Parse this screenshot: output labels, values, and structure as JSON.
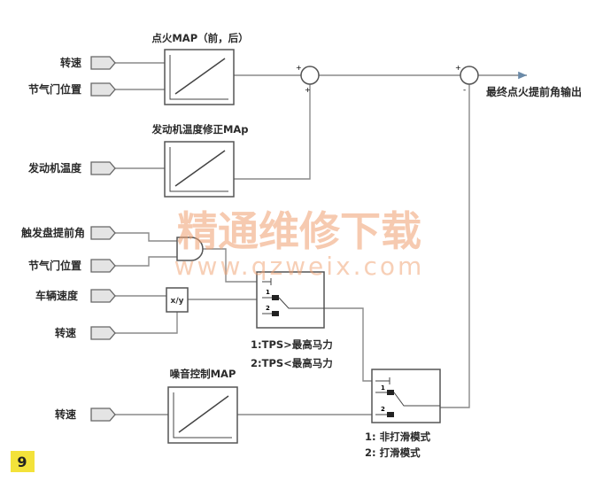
{
  "inputs": {
    "rpm_1": "转速",
    "throttle_1": "节气门位置",
    "engine_temp": "发动机温度",
    "trigger_advance": "触发盘提前角",
    "throttle_2": "节气门位置",
    "vehicle_speed": "车辆速度",
    "rpm_2": "转速",
    "rpm_3": "转速"
  },
  "blocks": {
    "ignition_map": "点火MAP（前，后）",
    "temp_correction_map": "发动机温度修正MAp",
    "noise_control_map": "噪音控制MAP",
    "divider": "x/y"
  },
  "sum_signs": {
    "plus": "+",
    "minus": "-"
  },
  "switch1": {
    "in1": "1",
    "in2": "2",
    "legend1": "1:TPS>最高马力",
    "legend2": "2:TPS<最高马力"
  },
  "switch2": {
    "in1": "1",
    "in2": "2",
    "legend1": "1: 非打滑模式",
    "legend2": "2: 打滑模式"
  },
  "output": "最终点火提前角输出",
  "figure_number": "9",
  "watermark": {
    "line1": "精通维修下载",
    "line2": "www.qzweix.com"
  },
  "colors": {
    "badge": "#f3e23a",
    "watermark": "#f0a070"
  }
}
